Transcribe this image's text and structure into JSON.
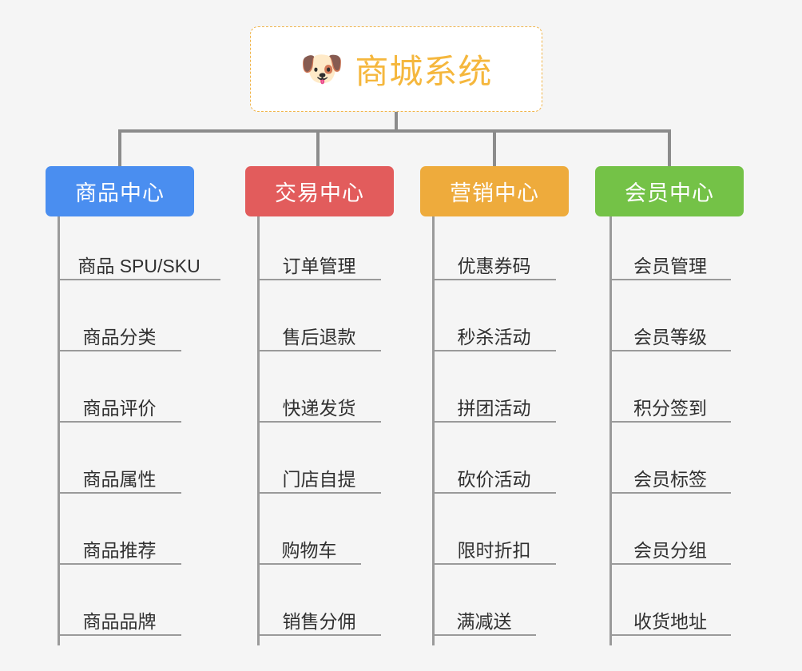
{
  "page": {
    "background_color": "#f5f5f5",
    "type": "organization-chart"
  },
  "root": {
    "title": "商城系统",
    "icon": "shiba-dog-face-emoji",
    "icon_glyph": "🐶",
    "text_color": "#f5b73d",
    "border_color": "#f0b44a",
    "background_color": "#ffffff"
  },
  "connector": {
    "color": "#8c8c8c"
  },
  "columns": [
    {
      "label": "商品中心",
      "color": "#4a8ef0",
      "items": [
        "商品 SPU/SKU",
        "商品分类",
        "商品评价",
        "商品属性",
        "商品推荐",
        "商品品牌"
      ]
    },
    {
      "label": "交易中心",
      "color": "#e25c5c",
      "items": [
        "订单管理",
        "售后退款",
        "快递发货",
        "门店自提",
        "购物车",
        "销售分佣"
      ]
    },
    {
      "label": "营销中心",
      "color": "#eeab3c",
      "items": [
        "优惠券码",
        "秒杀活动",
        "拼团活动",
        "砍价活动",
        "限时折扣",
        "满减送"
      ]
    },
    {
      "label": "会员中心",
      "color": "#74c247",
      "items": [
        "会员管理",
        "会员等级",
        "积分签到",
        "会员标签",
        "会员分组",
        "收货地址"
      ]
    }
  ]
}
